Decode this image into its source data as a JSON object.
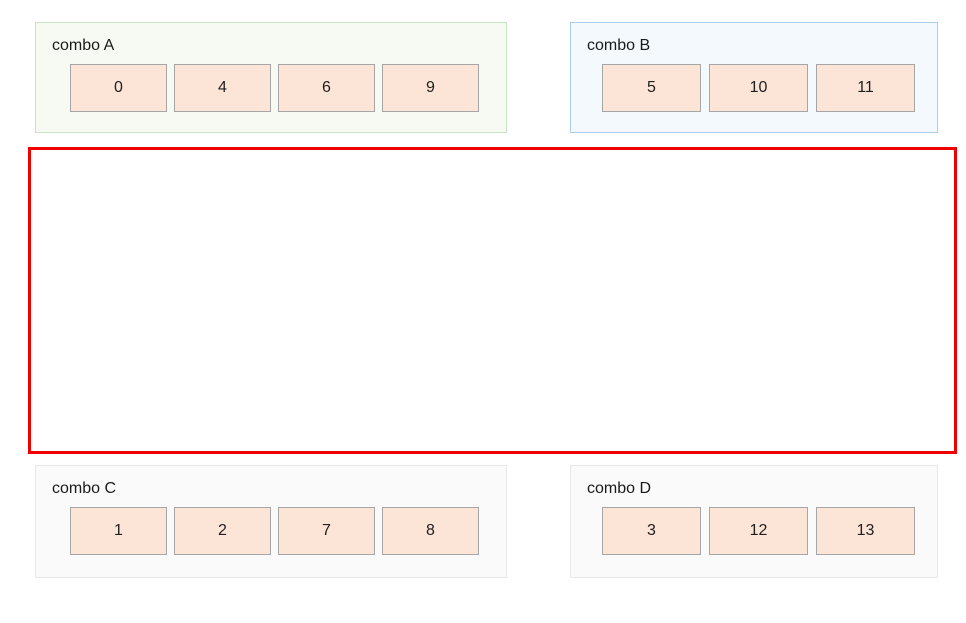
{
  "panels": [
    {
      "label": "combo A",
      "values": [
        "0",
        "4",
        "6",
        "9"
      ]
    },
    {
      "label": "combo B",
      "values": [
        "5",
        "10",
        "11"
      ]
    },
    {
      "label": "combo C",
      "values": [
        "1",
        "2",
        "7",
        "8"
      ]
    },
    {
      "label": "combo D",
      "values": [
        "3",
        "12",
        "13"
      ]
    }
  ],
  "drop_zone": {
    "content": ""
  },
  "colors": {
    "cell_fill": "#fce4d6",
    "cell_border": "#a6a6a6",
    "panel_a_bg": "#f6faf3",
    "panel_a_border": "#c8e2c4",
    "panel_b_bg": "#f4f9fd",
    "panel_b_border": "#a9cdea",
    "panel_cd_bg": "#fafafa",
    "panel_cd_border": "#e8e8e8",
    "drop_zone_border": "#ee0000",
    "page_background": "#ffffff"
  }
}
